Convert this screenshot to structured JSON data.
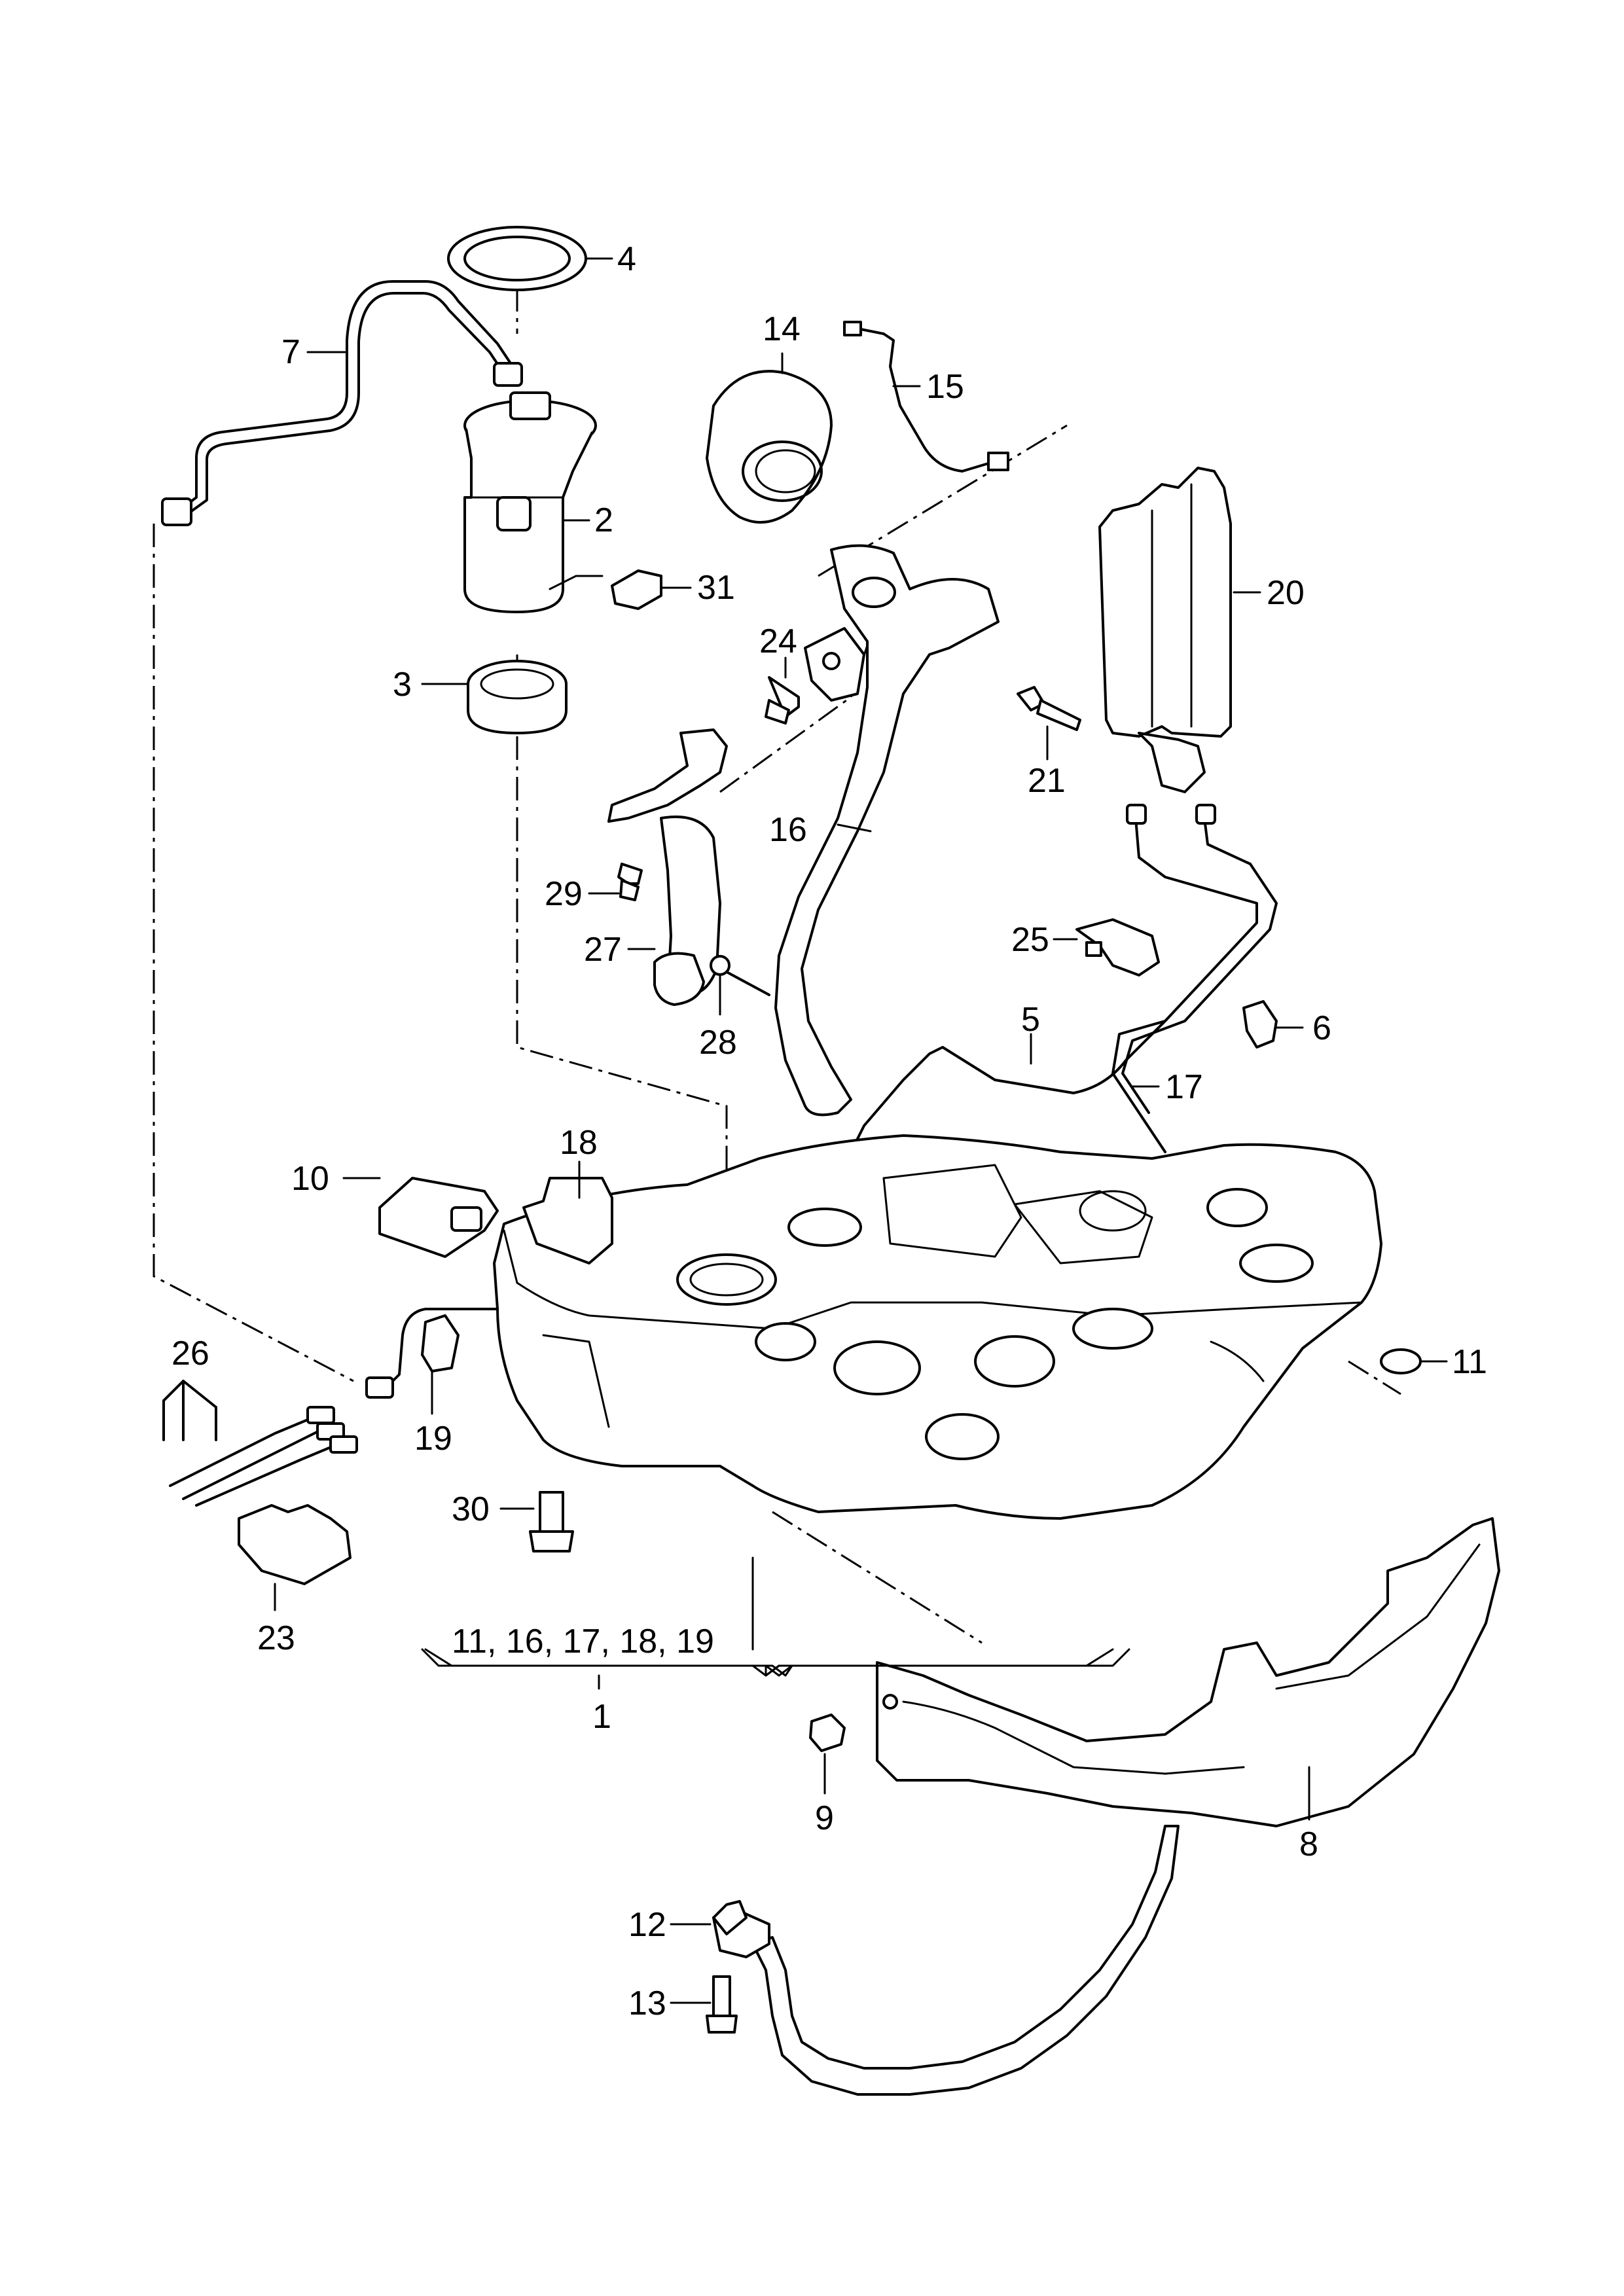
{
  "callouts": {
    "c1": "1",
    "c2": "2",
    "c3": "3",
    "c4": "4",
    "c5": "5",
    "c6": "6",
    "c7": "7",
    "c8": "8",
    "c9": "9",
    "c10": "10",
    "c11": "11",
    "c12": "12",
    "c13": "13",
    "c14": "14",
    "c15": "15",
    "c16": "16",
    "c17": "17",
    "c18": "18",
    "c19": "19",
    "c20": "20",
    "c21": "21",
    "c23": "23",
    "c24": "24",
    "c25": "25",
    "c26": "26",
    "c27": "27",
    "c28": "28",
    "c29": "29",
    "c30": "30",
    "c31": "31",
    "group1_list": "11, 16, 17, 18, 19"
  }
}
